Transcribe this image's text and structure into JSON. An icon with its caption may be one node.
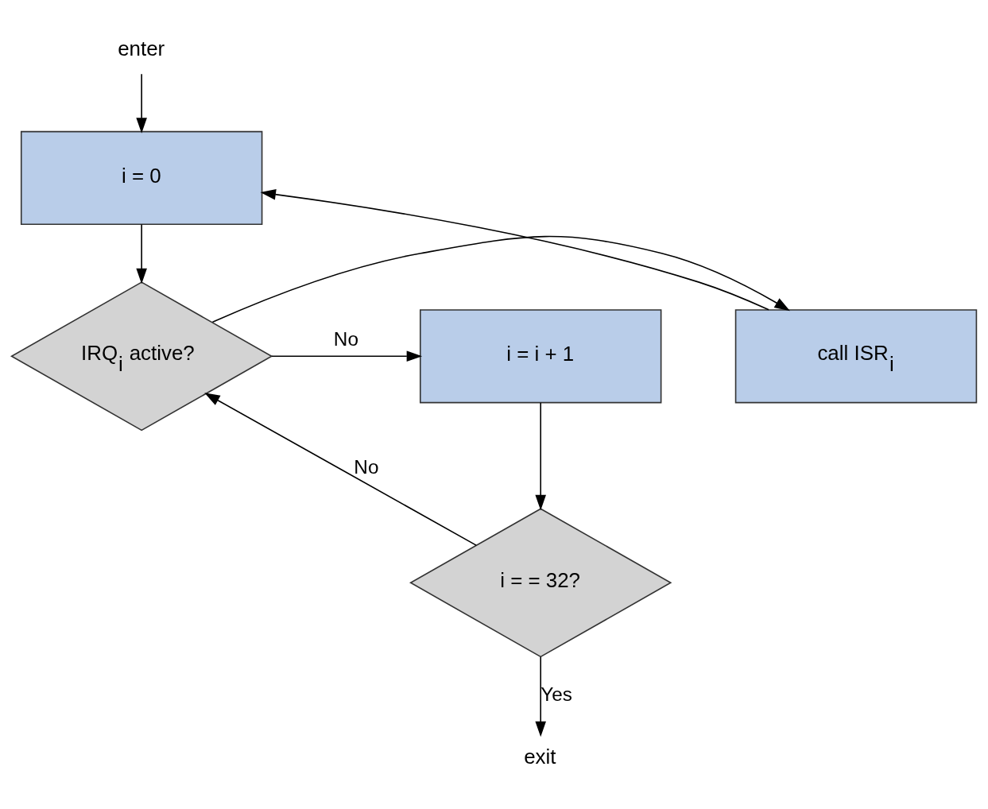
{
  "diagram": {
    "nodes": [
      {
        "text": [
          "enter"
        ]
      },
      {
        "text": [
          "i = 0"
        ]
      },
      {
        "text": [
          "call ISR$_{i}$"
        ]
      },
      {
        "text": [
          "IRQ$_{i}$  active?"
        ]
      },
      {
        "text": [
          "i = i + 1"
        ]
      },
      {
        "text": [
          "i = = 32?"
        ]
      },
      {
        "text": [
          "exit"
        ]
      }
    ],
    "edges": [
      {
        "from": 0,
        "to": 1,
        "arrow": "to"
      },
      {
        "from": 1,
        "to": 3,
        "arrow": "to"
      },
      {
        "from": 3,
        "to": 2,
        "arrow": "to"
      },
      {
        "from": 3,
        "to": 4,
        "arrow": "to",
        "label": "No"
      },
      {
        "from": 2,
        "to": 1,
        "arrow": "to"
      },
      {
        "from": 4,
        "to": 5,
        "arrow": "to"
      },
      {
        "from": 5,
        "to": 6,
        "arrow": "to",
        "label": "Yes"
      },
      {
        "from": 5,
        "to": 3,
        "arrow": "to",
        "label": "No"
      }
    ]
  }
}
